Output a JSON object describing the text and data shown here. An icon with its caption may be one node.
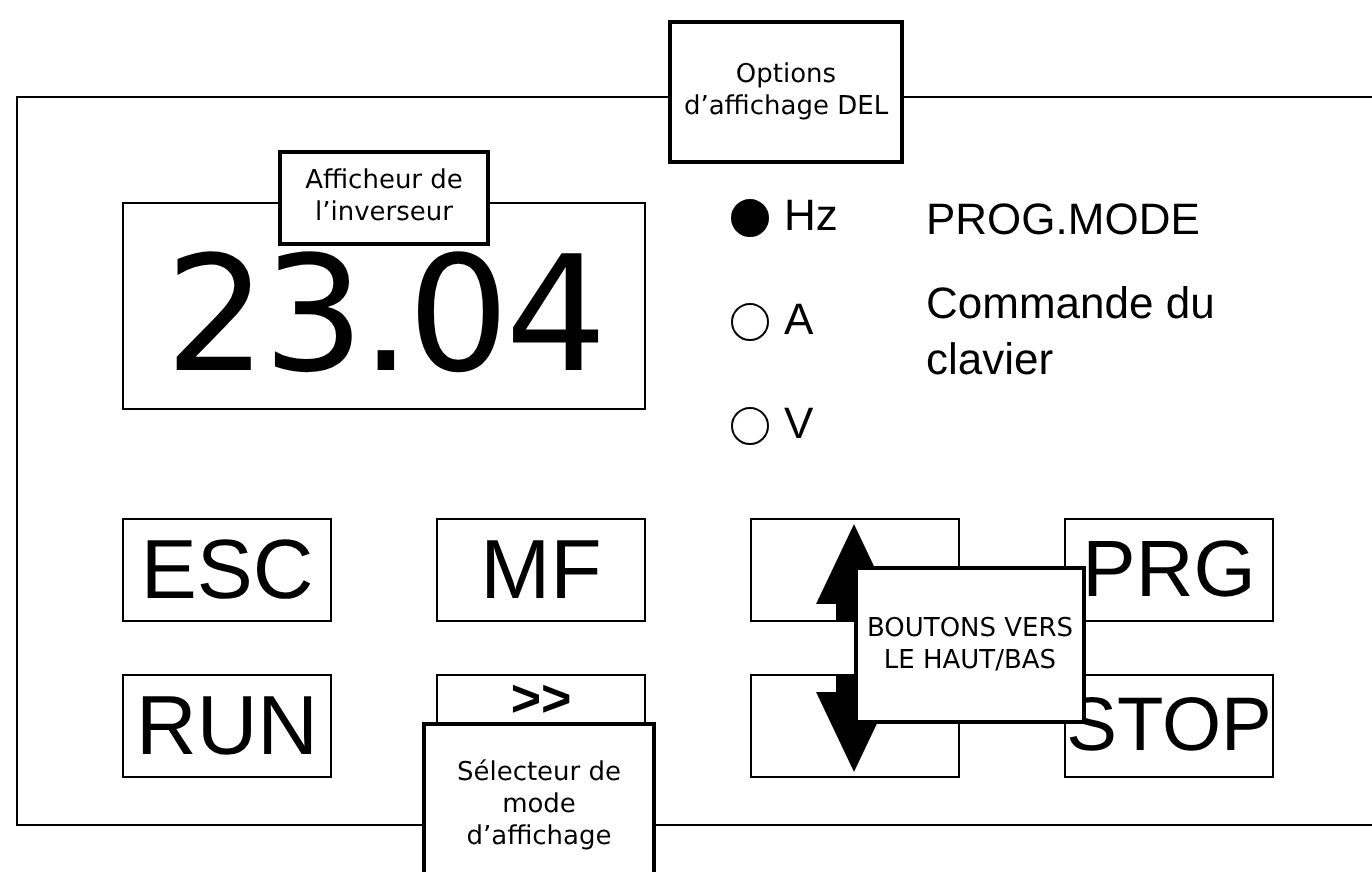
{
  "diagram": {
    "nodes": [
      {
        "text": [],
        "shape": "box"
      },
      {
        "text": [
          "23.04"
        ],
        "in": 0
      },
      {
        "text": [
          "ESC"
        ],
        "in": 0
      },
      {
        "text": [
          "MF"
        ],
        "in": 0
      },
      {
        "text": [],
        "shape": "box",
        "in": 0
      },
      {
        "text": [
          "PRG"
        ],
        "in": 0
      },
      {
        "text": [
          "RUN"
        ],
        "in": 0
      },
      {
        "text": [
          ">>"
        ],
        "in": 0
      },
      {
        "text": [],
        "shape": "box",
        "in": 0
      },
      {
        "text": [
          "STOP"
        ],
        "in": 0
      },
      {
        "text": [
          "Options d’affichage DEL"
        ]
      },
      {
        "text": [
          "Afficheur de l’inverseur"
        ],
        "in": 0
      },
      {
        "text": [
          "BOUTONS VERS LE HAUT/BAS"
        ],
        "in": 0
      },
      {
        "text": [
          "Sélecteur de mode d’affichage"
        ]
      }
    ],
    "edges": [],
    "labels": [
      "Hz",
      "A",
      "V",
      "PROG.MODE",
      "Commande du clavier"
    ]
  }
}
